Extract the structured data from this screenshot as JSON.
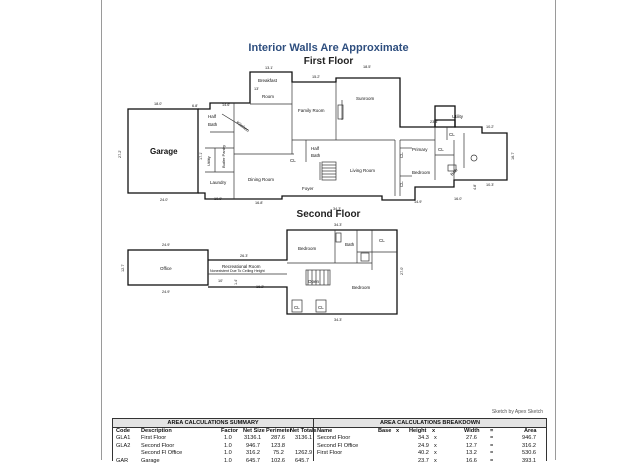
{
  "titles": {
    "main": "Interior Walls Are Approximate",
    "first_floor": "First Floor",
    "second_floor": "Second Floor",
    "credit": "Sketch by Apex Sketch"
  },
  "rooms": {
    "garage": "Garage",
    "breakfast": "Breakfast",
    "room": "Room",
    "family_room": "Family Room",
    "sunroom": "Sunroom",
    "utility_top": "Utility",
    "half_bath_a": "Half",
    "half_bath_b": "Bath",
    "kitchen": "Kitchen",
    "utility": "Utility",
    "butler_pantry": "Butler Pantry",
    "laundry": "Laundry",
    "dining_room": "Dining Room",
    "half_bath2_a": "Half",
    "half_bath2_b": "Bath",
    "foyer": "Foyer",
    "living_room": "Living Room",
    "primary": "Primary",
    "bedroom_primary": "Bedroom",
    "bath_primary": "Bath",
    "office": "Office",
    "rec_room": "Recreational Room",
    "rec_note": "Nonexistent Due To Ceiling Height",
    "bedroom_up1": "Bedroom",
    "bath_up": "Bath",
    "bedroom_up2": "Bedroom",
    "open": "Open",
    "closet": "CL"
  },
  "dims": {
    "d13_1": "13.1'",
    "d15_2": "15.2'",
    "d18_5": "18.5'",
    "d18_0": "18.0'",
    "d6_8": "6.8'",
    "d14_6": "14.6'",
    "d13": "13'",
    "d27_2": "27.2'",
    "d17_1": "17.1'",
    "d23_4": "23.4'",
    "d10_2": "10.2'",
    "d16_7": "16.7'",
    "d24_0": "24.0'",
    "d10_9": "10.9'",
    "d16_8": "16.8'",
    "d34_3": "34.3'",
    "d14_9": "14.9'",
    "d16_0": "16.0'",
    "d10_3": "10.3'",
    "d4_8": "4.8'",
    "d24_9": "24.9'",
    "d12_7": "12.7'",
    "d26_3": "26.3'",
    "d10": "10'",
    "d16_2": "16.2'",
    "d1_4": "1.4'",
    "d24_9b": "24.9'",
    "d27_0": "27.0'",
    "d34_3b": "34.3'",
    "d34_3c": "34.3'"
  },
  "summary": {
    "title": "AREA CALCULATIONS SUMMARY",
    "headers": [
      "Code",
      "Description",
      "Factor",
      "Net Size",
      "Perimeter",
      "Net Totals"
    ],
    "rows": [
      [
        "GLA1",
        "First Floor",
        "1.0",
        "3136.1",
        "287.6",
        "3136.1"
      ],
      [
        "GLA2",
        "Second Floor",
        "1.0",
        "946.7",
        "123.8",
        ""
      ],
      [
        "",
        "Second Fl Office",
        "1.0",
        "316.2",
        "75.2",
        "1262.9"
      ],
      [
        "GAR",
        "Garage",
        "1.0",
        "645.7",
        "102.6",
        "645.7"
      ]
    ]
  },
  "breakdown": {
    "title": "AREA CALCULATIONS BREAKDOWN",
    "headers": [
      "Name",
      "Base",
      "x",
      "Height",
      "x",
      "Width",
      "=",
      "Area"
    ],
    "rows": [
      [
        "Second Floor",
        "34.3",
        "x",
        "27.6",
        "=",
        "946.7"
      ],
      [
        "Second Fl Office",
        "24.9",
        "x",
        "12.7",
        "=",
        "316.2"
      ],
      [
        "First Floor",
        "40.2",
        "x",
        "13.2",
        "=",
        "530.6"
      ],
      [
        "",
        "23.7",
        "x",
        "16.6",
        "=",
        "393.1"
      ]
    ]
  }
}
